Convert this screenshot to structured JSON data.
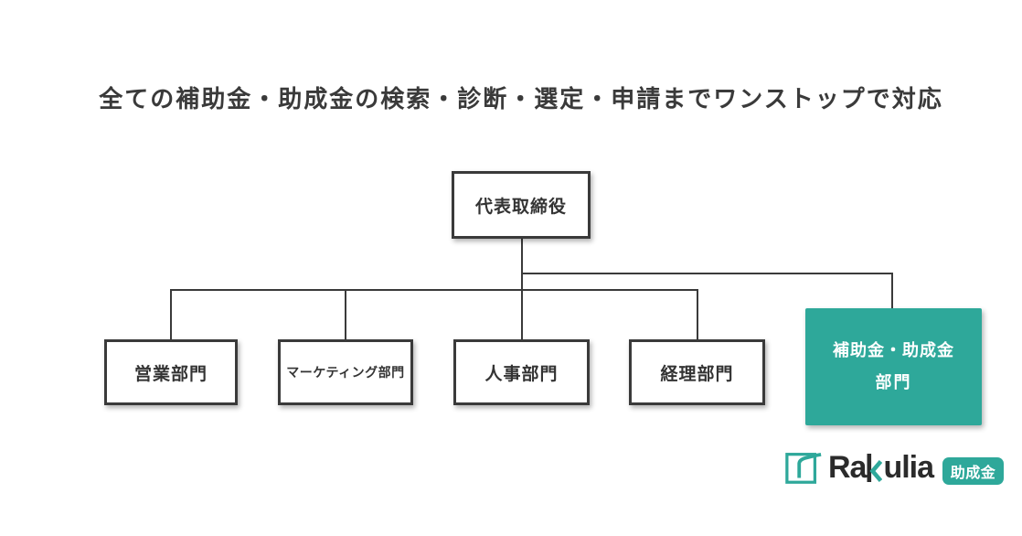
{
  "title": "全ての補助金・助成金の検索・診断・選定・申請までワンストップで対応",
  "org_chart": {
    "root": {
      "label": "代表取締役"
    },
    "departments": [
      {
        "label": "営業部門"
      },
      {
        "label": "マーケティング部門"
      },
      {
        "label": "人事部門"
      },
      {
        "label": "経理部門"
      },
      {
        "label_line1": "補助金・助成金",
        "label_line2": "部門",
        "highlighted": true
      }
    ]
  },
  "logo": {
    "brand": "Rakulia",
    "brand_pre": "Ra",
    "brand_post": "ulia",
    "badge": "助成金"
  },
  "colors": {
    "accent_teal": "#2EA89A",
    "text_dark": "#333333",
    "line_dark": "#3a3a3a"
  }
}
